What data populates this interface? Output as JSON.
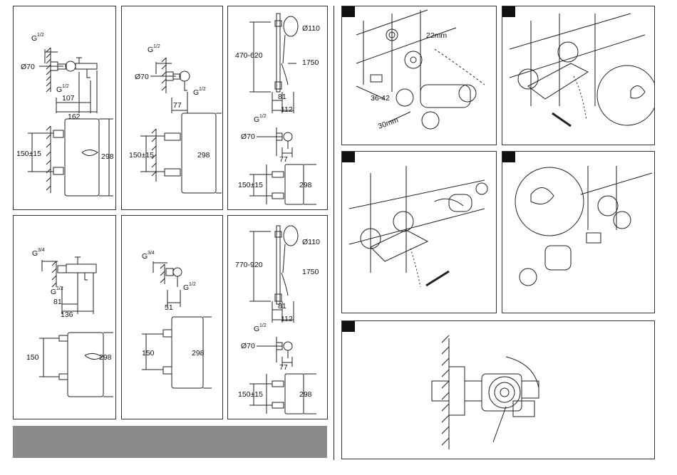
{
  "panels": {
    "p1": {
      "thread_top": "G",
      "thread_top_frac": "1/2",
      "dia": "Ø70",
      "thread_mid": "G",
      "thread_mid_frac": "1/2",
      "d1": "107",
      "d2": "162",
      "h_spacing": "150±15",
      "h_total": "298"
    },
    "p2": {
      "thread_top": "G",
      "thread_top_frac": "1/2",
      "dia": "Ø70",
      "thread_mid": "G",
      "thread_mid_frac": "1/2",
      "d1": "77",
      "h_spacing": "150±15",
      "h_total": "298"
    },
    "p3": {
      "head_dia": "Ø110",
      "rail": "470-620",
      "hose": "1750",
      "d1": "81",
      "d2": "112",
      "thread": "G",
      "thread_frac": "1/2",
      "dia": "Ø70",
      "d3": "77",
      "h_spacing": "150±15",
      "h_total": "298"
    },
    "p4": {
      "thread_top": "G",
      "thread_top_frac": "3/4",
      "thread_mid": "G",
      "thread_mid_frac": "1/2",
      "d1": "81",
      "d2": "136",
      "h_spacing": "150",
      "h_total": "298"
    },
    "p5": {
      "thread_top": "G",
      "thread_top_frac": "3/4",
      "thread_mid": "G",
      "thread_mid_frac": "1/2",
      "d1": "51",
      "h_spacing": "150",
      "h_total": "298"
    },
    "p6": {
      "head_dia": "Ø110",
      "rail": "770-920",
      "hose": "1750",
      "d1": "81",
      "d2": "112",
      "thread": "G",
      "thread_frac": "1/2",
      "dia": "Ø70",
      "d3": "77",
      "h_spacing": "150±15",
      "h_total": "298"
    },
    "s1": {
      "wrench_a": "22mm",
      "wrench_b": "30mm",
      "range": "36-42"
    }
  }
}
